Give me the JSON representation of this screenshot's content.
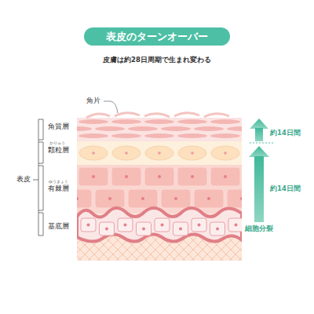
{
  "diagram": {
    "title": "表皮のターンオーバー",
    "labels": [
      "皮膚は約28日周期で生まれ変わる",
      "角片",
      "角質層",
      "かりゅう",
      "顆粒層",
      "ゆうきょく",
      "有棘層",
      "基底層",
      "表皮",
      "約14日間",
      "約14日間",
      "細胞分裂"
    ]
  }
}
